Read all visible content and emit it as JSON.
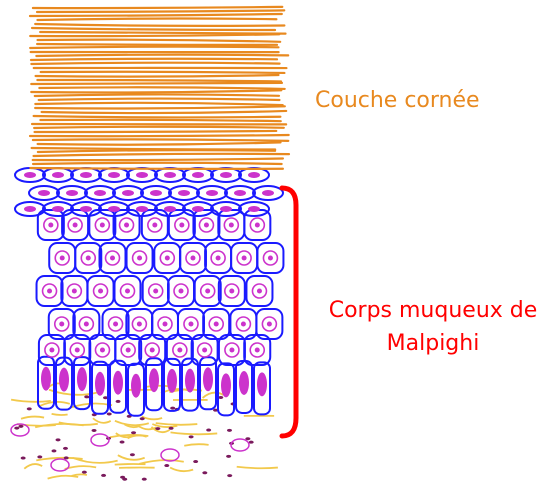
{
  "labels": {
    "stratum_corneum": "Couche cornée",
    "malpighian_layer": "Corps muqueux de Malpighi"
  },
  "colors": {
    "stratum_corneum": "#e8891f",
    "cell_outline": "#1a1aff",
    "nucleus": "#cc33cc",
    "bracket": "#ff0000",
    "dermis_fibers": "#f2c94c",
    "dermis_dots": "#7a1a5c"
  },
  "icons": {
    "bracket": "red-curly-bracket",
    "epidermis": "epidermis-section-drawing"
  }
}
